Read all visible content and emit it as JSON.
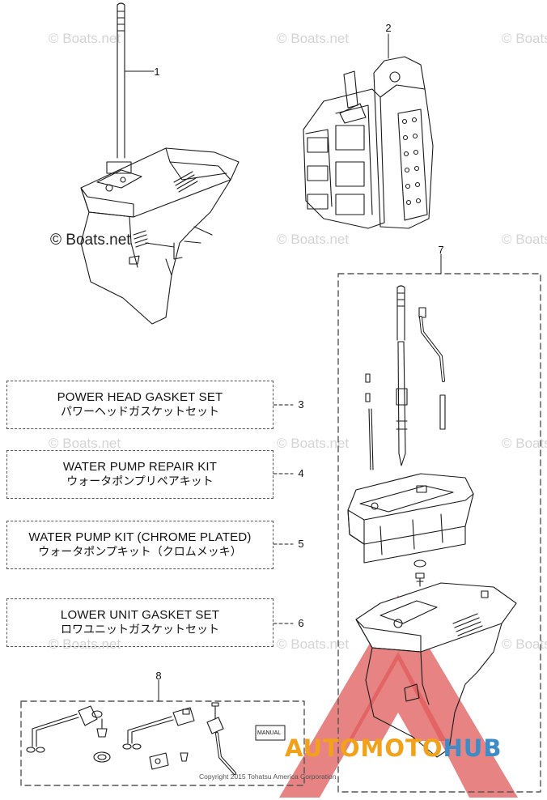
{
  "watermarks": [
    {
      "text": "© Boats.net",
      "style": "faint"
    },
    {
      "text": "© Boats.net",
      "style": "faint"
    },
    {
      "text": "© Boats",
      "style": "faint"
    },
    {
      "text": "© Boats.net",
      "style": "strong"
    },
    {
      "text": "© Boats.net",
      "style": "faint"
    },
    {
      "text": "© Boats",
      "style": "faint"
    },
    {
      "text": "© Boats.net",
      "style": "faint"
    },
    {
      "text": "© Boats.net",
      "style": "faint"
    },
    {
      "text": "© Boats",
      "style": "faint"
    },
    {
      "text": "© Boats.net",
      "style": "faint"
    },
    {
      "text": "© Boats.net",
      "style": "faint"
    },
    {
      "text": "© Boats",
      "style": "faint"
    }
  ],
  "callouts": [
    "1",
    "2",
    "3",
    "4",
    "5",
    "6",
    "7",
    "8"
  ],
  "kits": [
    {
      "en": "POWER HEAD GASKET SET",
      "ja": "パワーヘッドガスケットセット"
    },
    {
      "en": "WATER PUMP REPAIR KIT",
      "ja": "ウォータポンプリペアキット"
    },
    {
      "en": "WATER PUMP KIT (CHROME PLATED)",
      "ja": "ウォータポンプキット（クロムメッキ）"
    },
    {
      "en": "LOWER UNIT GASKET SET",
      "ja": "ロワユニットガスケットセット"
    }
  ],
  "manual_label": "MANUAL",
  "copyright": "Copyright 2015 Tohatsu America Corporation",
  "logo": {
    "part1": "AUTO",
    "part2": "MOTO",
    "part3": "HUB",
    "color_orange": "#f2a11a",
    "color_blue": "#3d8cc7",
    "color_red": "#e05a5a"
  }
}
